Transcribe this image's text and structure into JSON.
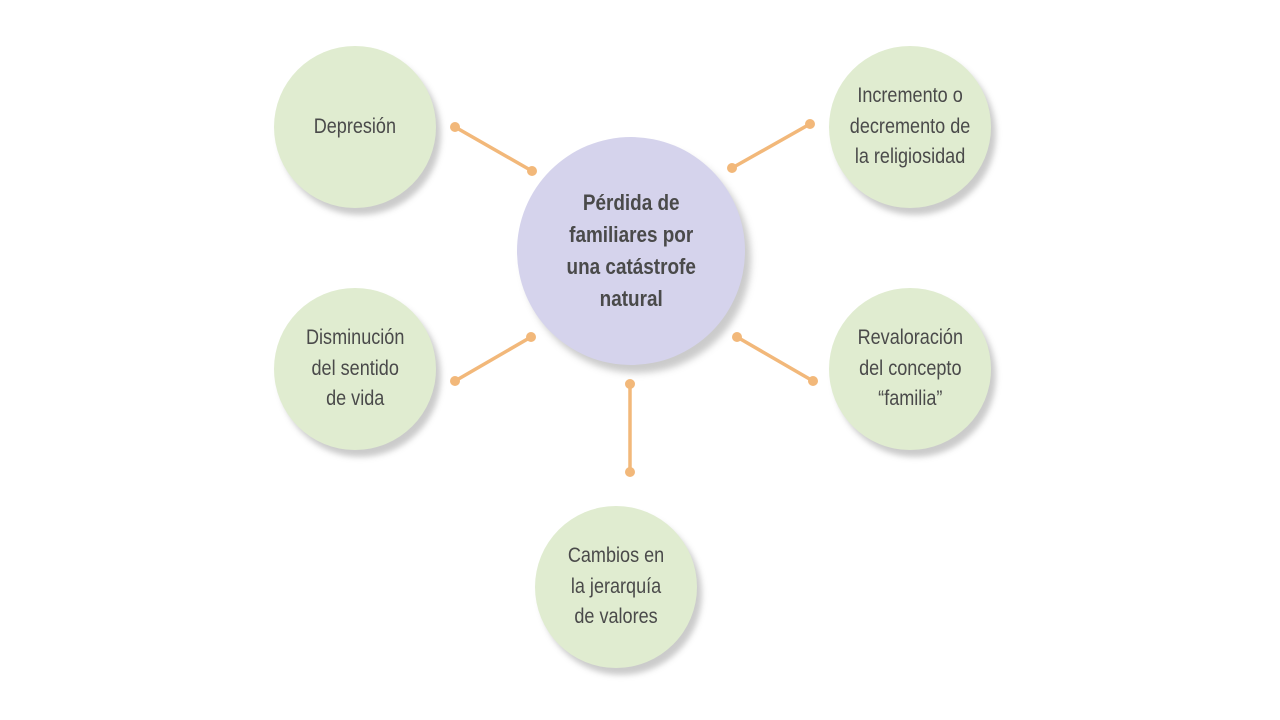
{
  "diagram": {
    "center": "Pérdida de\nfamiliares por\nuna catástrofe\nnatural",
    "nodes": {
      "depresion": "Depresión",
      "religiosidad": "Incremento o\ndecremento de\nla religiosidad",
      "sentido_vida": "Disminución\ndel sentido\nde vida",
      "familia": "Revaloración\ndel concepto\n“familia”",
      "valores": "Cambios en\nla jerarquía\nde valores"
    },
    "colors": {
      "center_fill": "#d5d3ec",
      "outer_fill": "#e0ecd0",
      "connector": "#f2b87a",
      "text": "#4a4a4a"
    }
  }
}
